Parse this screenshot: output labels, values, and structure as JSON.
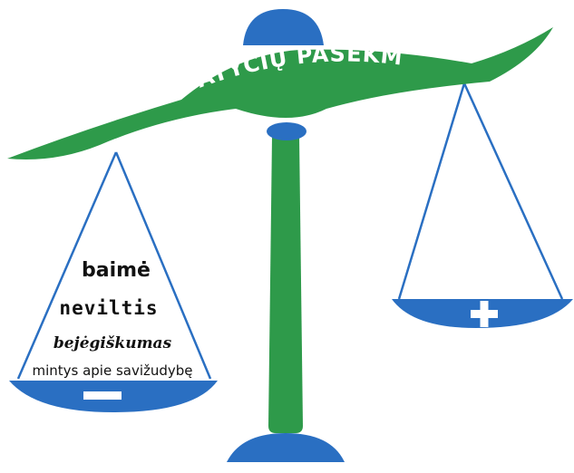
{
  "title": "PATYČIŲ PASEKMĖS",
  "left_pan": {
    "words": [
      "baimė",
      "neviltis",
      "bejėgiškumas",
      "mintys apie savižudybę"
    ],
    "symbol": "minus"
  },
  "right_pan": {
    "symbol": "plus"
  },
  "colors": {
    "green": "#2e9a4a",
    "blue": "#2a6fc2",
    "rope": "#2a6fc2",
    "title_text": "#ffffff",
    "word_text": "#111111"
  }
}
